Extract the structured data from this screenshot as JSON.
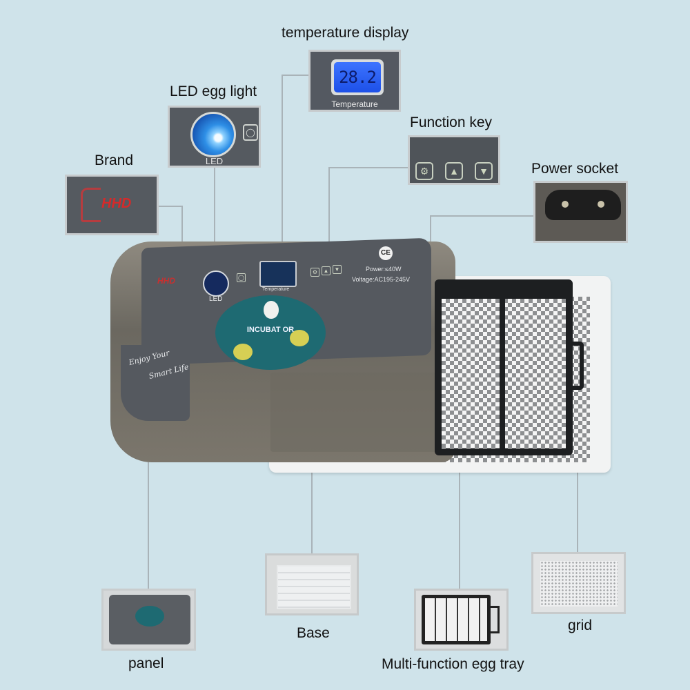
{
  "colors": {
    "background": "#cfe3ea",
    "leader_line": "#a9b3b8",
    "panel": "#55595f",
    "lcd_blue": "#2a63f2",
    "brand_red": "#d42a2a",
    "oval_teal": "#1e6a72"
  },
  "callouts": {
    "temperature_display": {
      "label": "temperature display",
      "lcd_value": "28.2",
      "caption": "Temperature"
    },
    "led_egg_light": {
      "label": "LED egg light",
      "caption": "LED",
      "icon": "bulb-icon"
    },
    "brand": {
      "label": "Brand",
      "logo_text": "HHD"
    },
    "function_key": {
      "label": "Function key",
      "keys": [
        "gear-icon",
        "up-arrow-icon",
        "down-arrow-icon"
      ]
    },
    "power_socket": {
      "label": "Power socket"
    },
    "panel": {
      "label": "panel"
    },
    "base": {
      "label": "Base"
    },
    "egg_tray": {
      "label": "Multi-function egg tray"
    },
    "grid": {
      "label": "grid"
    }
  },
  "product_panel": {
    "brand": "HHD",
    "led_caption": "LED",
    "temp_caption": "Temperature",
    "ce_mark": "CE",
    "power": "Power:≤40W",
    "voltage": "Voltage:AC195-245V",
    "logo_text": "INCUBAT OR",
    "slogan_1": "Enjoy Your",
    "slogan_2": "Smart Life"
  }
}
